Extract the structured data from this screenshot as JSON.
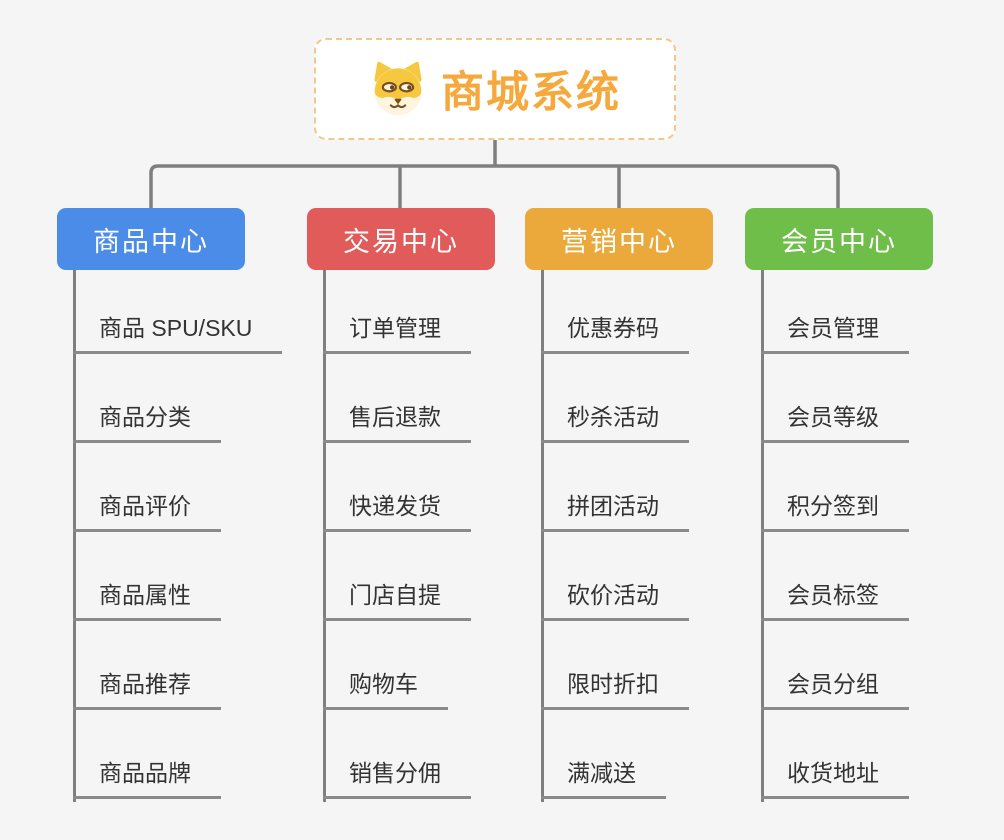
{
  "page": {
    "background_color": "#f5f5f5",
    "connector_color": "#7f7f7f"
  },
  "root": {
    "title": "商城系统",
    "icon": "shiba-dog-icon",
    "text_color": "#f5a93c",
    "border_color": "#efc98a",
    "background_color": "#ffffff"
  },
  "branches": [
    {
      "label": "商品中心",
      "color": "#4a8ce8",
      "items": [
        "商品 SPU/SKU",
        "商品分类",
        "商品评价",
        "商品属性",
        "商品推荐",
        "商品品牌"
      ]
    },
    {
      "label": "交易中心",
      "color": "#e25b5b",
      "items": [
        "订单管理",
        "售后退款",
        "快递发货",
        "门店自提",
        "购物车",
        "销售分佣"
      ]
    },
    {
      "label": "营销中心",
      "color": "#eba93c",
      "items": [
        "优惠券码",
        "秒杀活动",
        "拼团活动",
        "砍价活动",
        "限时折扣",
        "满减送"
      ]
    },
    {
      "label": "会员中心",
      "color": "#6fbe49",
      "items": [
        "会员管理",
        "会员等级",
        "积分签到",
        "会员标签",
        "会员分组",
        "收货地址"
      ]
    }
  ]
}
